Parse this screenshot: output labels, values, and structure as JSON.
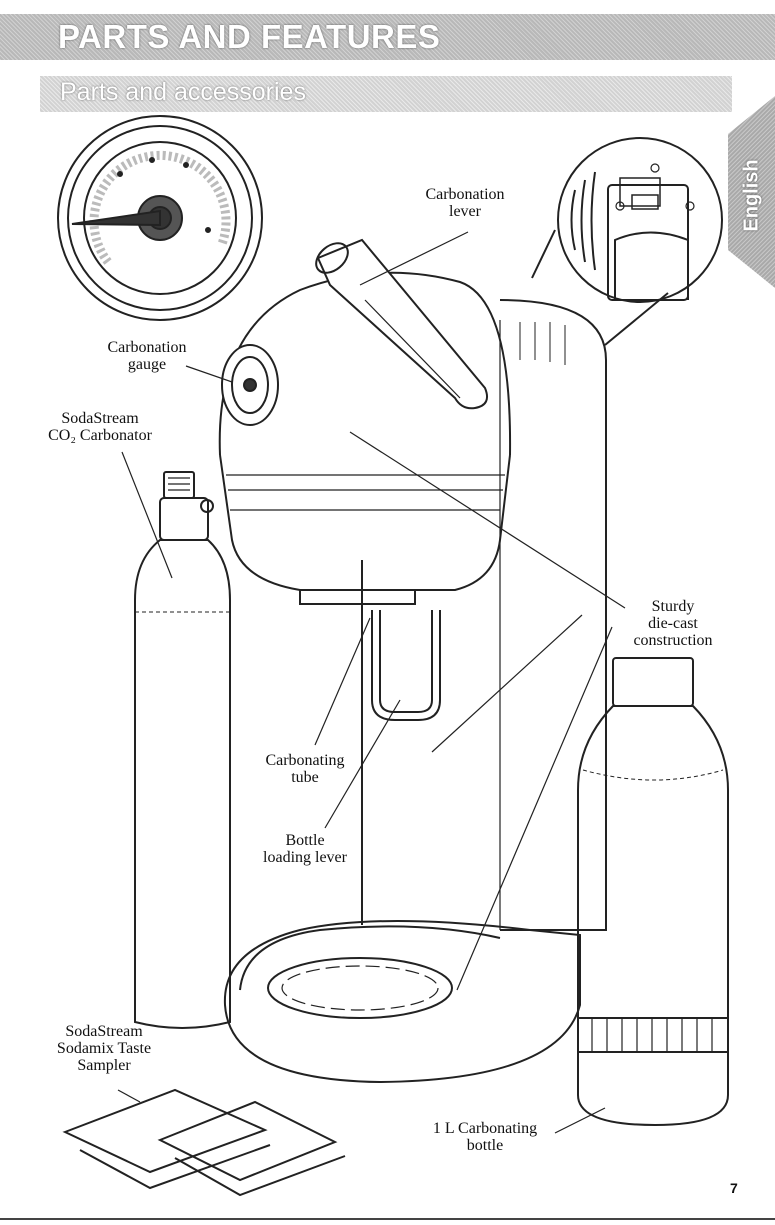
{
  "header": {
    "title": "PARTS AND FEATURES"
  },
  "section": {
    "title": "Parts and accessories"
  },
  "language_tab": {
    "label": "English"
  },
  "labels": {
    "carbonation_lever": [
      "Carbonation",
      "lever"
    ],
    "carbonation_gauge": [
      "Carbonation",
      "gauge"
    ],
    "co2_carbonator": [
      "SodaStream",
      "CO₂ Carbonator"
    ],
    "sturdy_construction": [
      "Sturdy",
      "die-cast",
      "construction"
    ],
    "carbonating_tube": [
      "Carbonating",
      "tube"
    ],
    "bottle_loading_lever": [
      "Bottle",
      "loading lever"
    ],
    "taste_sampler": [
      "SodaStream",
      "Sodamix Taste",
      "Sampler"
    ],
    "carbonating_bottle": [
      "1 L Carbonating",
      "bottle"
    ]
  },
  "footer": {
    "page_number": "7"
  },
  "colors": {
    "banner": "#b8b8b8",
    "line": "#222222"
  }
}
